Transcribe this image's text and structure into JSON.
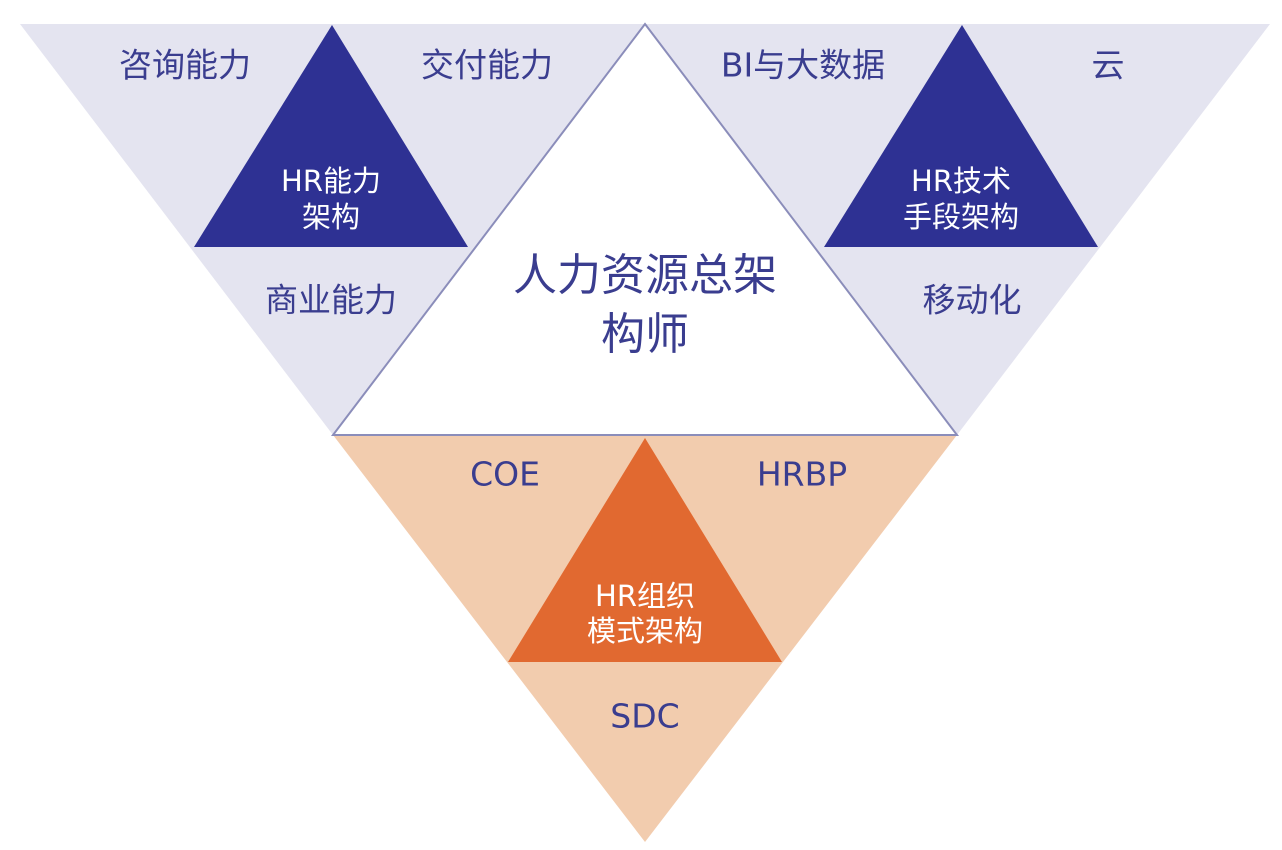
{
  "colors": {
    "lavender": "#e4e4f0",
    "navy": "#2e3193",
    "peach": "#f2ccae",
    "orange": "#e16930",
    "white": "#ffffff",
    "outline": "#8b8dba",
    "text_dark": "#3a3d8f",
    "text_light": "#ffffff"
  },
  "left_triangle": {
    "top_left": "咨询能力",
    "top_right": "交付能力",
    "bottom": "商业能力",
    "center_line1": "HR能力",
    "center_line2": "架构"
  },
  "right_triangle": {
    "top_left": "BI与大数据",
    "top_right": "云",
    "bottom": "移动化",
    "center_line1": "HR技术",
    "center_line2": "手段架构"
  },
  "center_triangle": {
    "line1": "人力资源总架",
    "line2": "构师"
  },
  "bottom_triangle": {
    "top_left": "COE",
    "top_right": "HRBP",
    "bottom": "SDC",
    "center_line1": "HR组织",
    "center_line2": "模式架构"
  }
}
